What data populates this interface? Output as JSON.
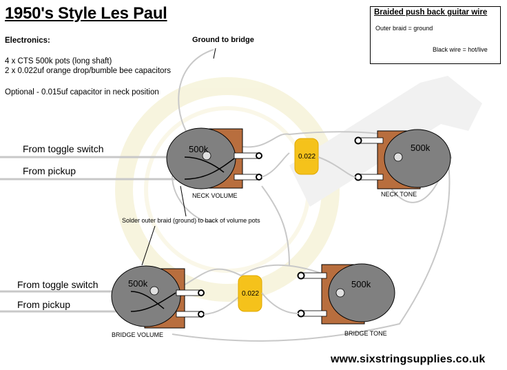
{
  "title": "1950's Style Les Paul",
  "electronics": {
    "heading": "Electronics:",
    "line1": "4 x CTS 500k pots (long shaft)",
    "line2": "2 x 0.022uf orange drop/bumble bee capacitors",
    "optional": "Optional - 0.015uf capacitor in neck position"
  },
  "ground_to_bridge": "Ground to bridge",
  "legend": {
    "title": "Braided push back guitar wire",
    "outer": "Outer braid = ground",
    "black": "Black wire = hot/live"
  },
  "neck": {
    "toggle": "From toggle switch",
    "pickup": "From pickup",
    "volume_value": "500k",
    "volume_label": "NECK VOLUME",
    "cap_value": "0.022",
    "tone_value": "500k",
    "tone_label": "NECK TONE"
  },
  "solder_note": "Solder outer braid (ground) to back of volume pots",
  "bridge": {
    "toggle": "From toggle switch",
    "pickup": "From pickup",
    "volume_value": "500k",
    "volume_label": "BRIDGE VOLUME",
    "cap_value": "0.022",
    "tone_value": "500k",
    "tone_label": "BRIDGE TONE"
  },
  "website": "www.sixstringsupplies.co.uk",
  "colors": {
    "pot_body": "#808080",
    "pot_lug_plate": "#b86e3e",
    "capacitor": "#f5c21b",
    "braid_wire": "#c8c8c8",
    "watermark": "#f1ecc4"
  }
}
